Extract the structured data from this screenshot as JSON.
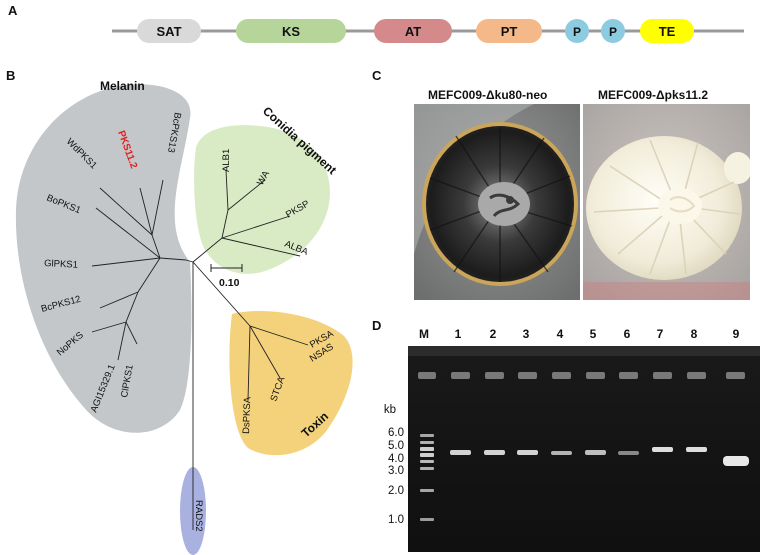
{
  "panels": {
    "a": "A",
    "b": "B",
    "c": "C",
    "d": "D"
  },
  "domains": [
    {
      "label": "SAT",
      "color": "#d9d9d9"
    },
    {
      "label": "KS",
      "color": "#b5d59a"
    },
    {
      "label": "AT",
      "color": "#d48a8a"
    },
    {
      "label": "PT",
      "color": "#f5b989"
    },
    {
      "label": "P",
      "color": "#8dcbe0"
    },
    {
      "label": "P",
      "color": "#8dcbe0"
    },
    {
      "label": "TE",
      "color": "#ffff00"
    }
  ],
  "tree": {
    "clade_melanin": "Melanin",
    "clade_conidia": "Conidia pigment",
    "clade_toxin": "Toxin",
    "scale_label": "0.10",
    "leaves": {
      "pks11_2": "PKS11.2",
      "bcpks13": "BcPKS13",
      "wdpks1": "WdPKS1",
      "bopks1": "BoPKS1",
      "glpks1": "GlPKS1",
      "bcpks12": "BcPKS12",
      "nopks": "NoPKS",
      "agi": "AGI15329.1",
      "clpks1": "ClPKS1",
      "alb1": "ALB1",
      "wa": "WA",
      "pksp": "PKSP",
      "alba": "ALBA",
      "pksa": "PKSA",
      "nsas": "NSAS",
      "stca": "STCA",
      "dspksa": "DsPKSA",
      "rads2": "RADS2"
    },
    "colors": {
      "melanin": "#c3c7c9",
      "conidia": "#d9ebc4",
      "toxin": "#f4d27c",
      "rads2": "#a9b1e0",
      "highlight": "#e02020"
    }
  },
  "photos": {
    "left_title": "MEFC009-Δku80-neo",
    "right_title": "MEFC009-Δpks11.2"
  },
  "gel": {
    "kb_label": "kb",
    "ladder": [
      "6.0",
      "5.0",
      "4.0",
      "3.0",
      "2.0",
      "1.0"
    ],
    "lanes": [
      "M",
      "1",
      "2",
      "3",
      "4",
      "5",
      "6",
      "7",
      "8",
      "9"
    ]
  }
}
